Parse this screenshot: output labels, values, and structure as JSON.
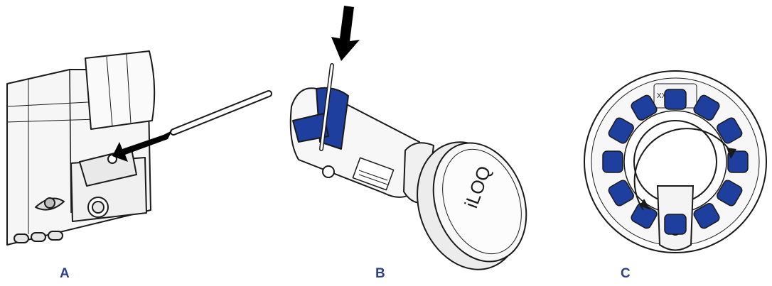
{
  "colors": {
    "accent_blue": "#1F3F9E",
    "label_blue": "#2D3F8E",
    "outline": "#1a1a1a",
    "body_light": "#f4f4f4",
    "arrow": "#000000"
  },
  "panels": [
    {
      "id": "A",
      "label": "A",
      "icon": "cylinder-pin-insertion"
    },
    {
      "id": "B",
      "label": "B",
      "icon": "cylinder-knob-pin-press"
    },
    {
      "id": "C",
      "label": "C",
      "icon": "knob-rotation-front-view"
    }
  ],
  "panel_b": {
    "knob_logo": "iLOQ"
  },
  "panel_c": {
    "dial_mark": "XX"
  }
}
